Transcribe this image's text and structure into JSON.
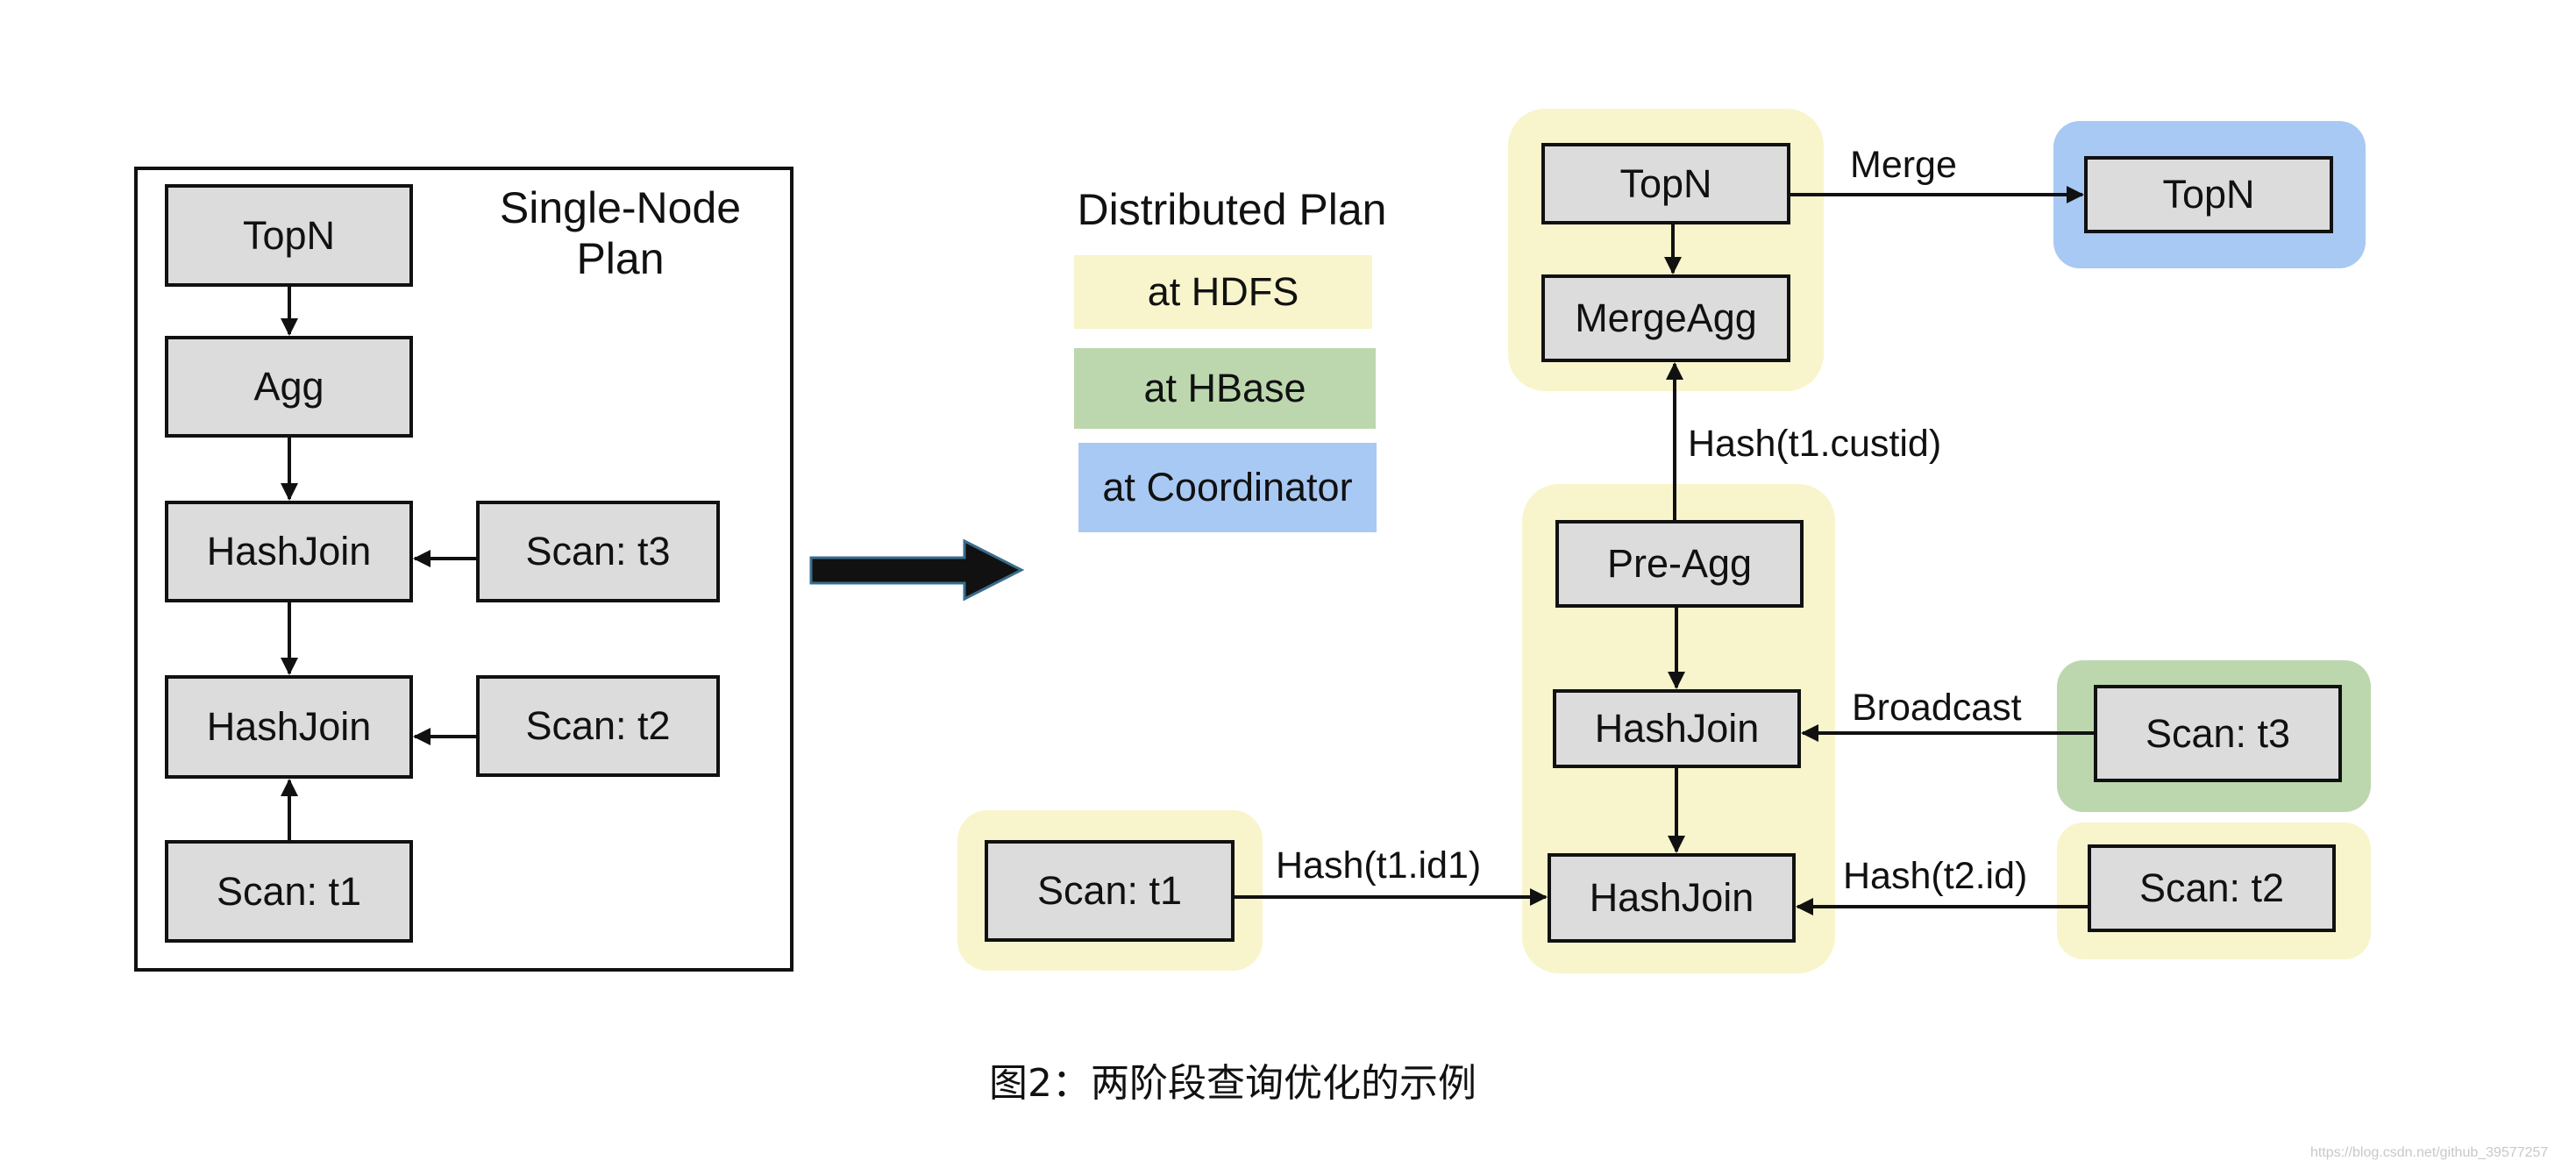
{
  "single_node": {
    "title_line1": "Single-Node",
    "title_line2": "Plan",
    "nodes": {
      "topn": "TopN",
      "agg": "Agg",
      "hashjoin_upper": "HashJoin",
      "hashjoin_lower": "HashJoin",
      "scan_t1": "Scan: t1",
      "scan_t2": "Scan: t2",
      "scan_t3": "Scan: t3"
    }
  },
  "distributed": {
    "title": "Distributed Plan",
    "legend": [
      {
        "label": "at HDFS",
        "color": "#f8f5cc"
      },
      {
        "label": "at HBase",
        "color": "#bcd7ae"
      },
      {
        "label": "at Coordinator",
        "color": "#a8c9f3"
      }
    ],
    "nodes": {
      "topn_hdfs": "TopN",
      "mergeagg": "MergeAgg",
      "topn_coordinator": "TopN",
      "pre_agg": "Pre-Agg",
      "hashjoin_upper": "HashJoin",
      "hashjoin_lower": "HashJoin",
      "scan_t1": "Scan: t1",
      "scan_t2": "Scan: t2",
      "scan_t3": "Scan: t3"
    },
    "edge_labels": {
      "merge": "Merge",
      "hash_custid": "Hash(t1.custid)",
      "broadcast": "Broadcast",
      "hash_id1": "Hash(t1.id1)",
      "hash_t2_id": "Hash(t2.id)"
    }
  },
  "caption": "图2：两阶段查询优化的示例",
  "watermark": "https://blog.csdn.net/github_39577257"
}
